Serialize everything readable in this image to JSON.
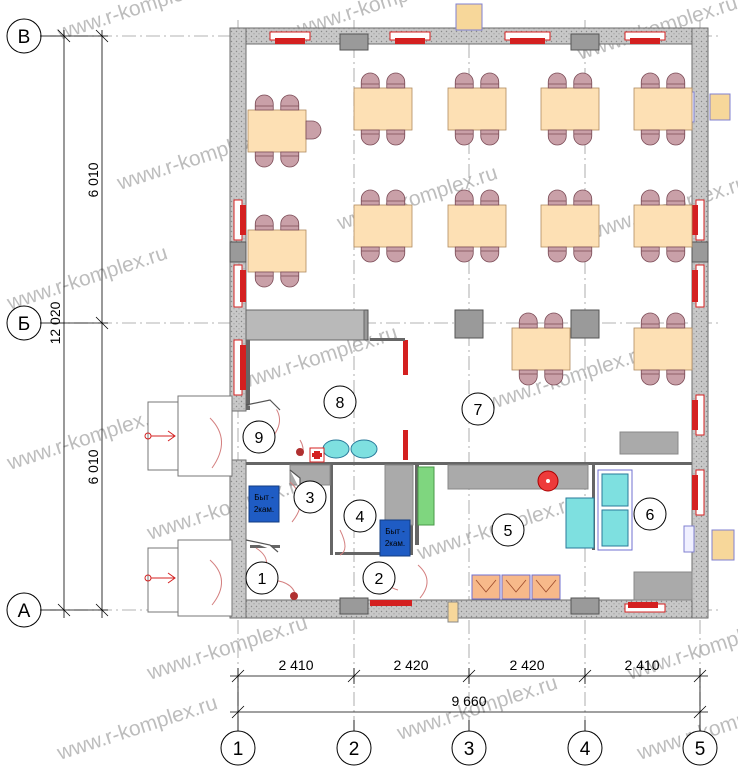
{
  "axes_rows": [
    "В",
    "Б",
    "А"
  ],
  "axes_cols": [
    "1",
    "2",
    "3",
    "4",
    "5"
  ],
  "dims_vertical": {
    "total": "12 020",
    "upper": "6 010",
    "lower": "6 010"
  },
  "dims_horizontal": {
    "spans": [
      "2 410",
      "2 420",
      "2 420",
      "2 410"
    ],
    "total": "9 660"
  },
  "rooms": [
    "1",
    "2",
    "3",
    "4",
    "5",
    "6",
    "7",
    "8",
    "9"
  ],
  "appliance_labels": [
    {
      "line1": "Быт -",
      "line2": "2кам."
    },
    {
      "line1": "Быт -",
      "line2": "2кам."
    }
  ],
  "watermark": "www.r-komplex.ru",
  "colors": {
    "wall": "#8a8a8a",
    "wall_fill": "#bfbfbf",
    "table": "#fde0b4",
    "chair": "#c9a0a8",
    "window": "#d42020",
    "column": "#9a9a9a",
    "sink": "#7ee0e0",
    "fridge": "#1a52b8",
    "counter": "#aaaaaa",
    "green": "#7fd67f",
    "stove": "#ee3a3a"
  }
}
